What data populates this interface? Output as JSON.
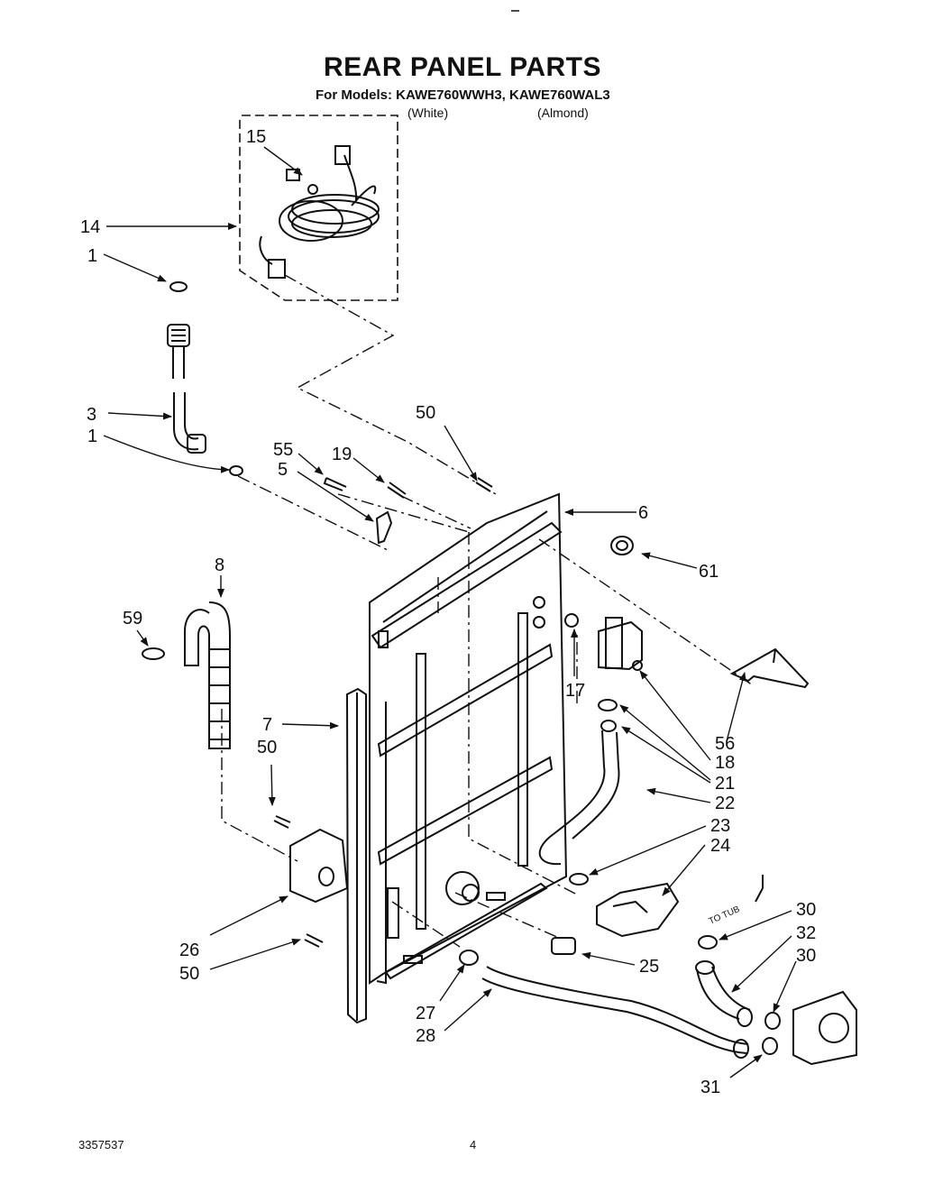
{
  "header": {
    "title": "REAR PANEL PARTS",
    "models_line": "For Models: KAWE760WWH3, KAWE760WAL3",
    "color_white": "(White)",
    "color_almond": "(Almond)"
  },
  "annotations": {
    "to_tub": "TO TUB"
  },
  "callouts": {
    "c15": "15",
    "c14": "14",
    "c1a": "1",
    "c3": "3",
    "c1b": "1",
    "c50a": "50",
    "c55": "55",
    "c5": "5",
    "c19": "19",
    "c6": "6",
    "c61": "61",
    "c8": "8",
    "c59": "59",
    "c17": "17",
    "c56": "56",
    "c18": "18",
    "c21": "21",
    "c22": "22",
    "c23": "23",
    "c24": "24",
    "c7": "7",
    "c50b": "50",
    "c26": "26",
    "c50c": "50",
    "c25": "25",
    "c27": "27",
    "c28": "28",
    "c30a": "30",
    "c32": "32",
    "c30b": "30",
    "c31": "31"
  },
  "footer": {
    "part_number": "3357537",
    "page_number": "4"
  }
}
